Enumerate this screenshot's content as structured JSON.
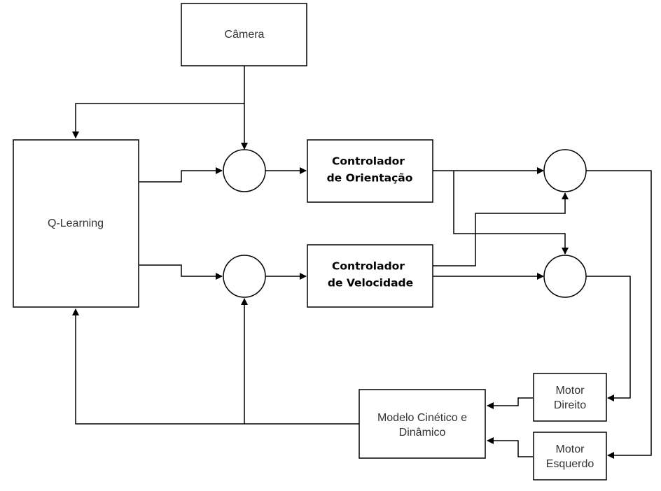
{
  "diagram": {
    "camera": "Câmera",
    "qlearning": "Q-Learning",
    "orientation_controller": [
      "Controlador",
      "de Orientação"
    ],
    "velocity_controller": [
      "Controlador",
      "de Velocidade"
    ],
    "motor_right": [
      "Motor",
      "Direito"
    ],
    "motor_left": [
      "Motor",
      "Esquerdo"
    ],
    "model": [
      "Modelo Cinético e",
      "Dinâmico"
    ]
  }
}
